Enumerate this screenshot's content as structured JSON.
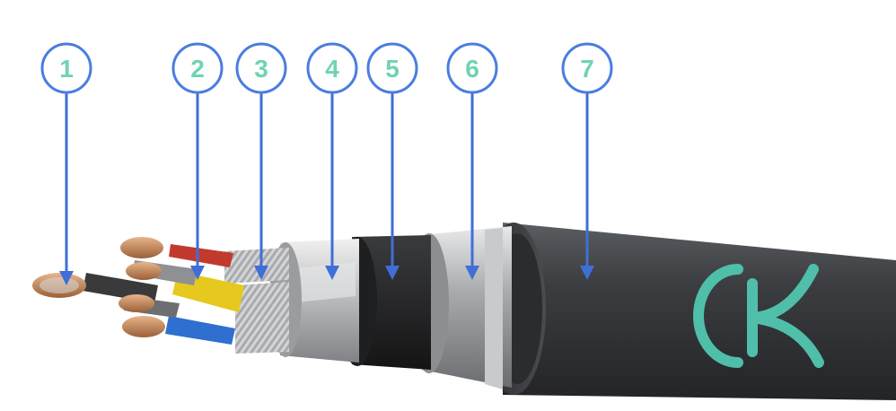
{
  "colors": {
    "callout_ring": "#4a7de0",
    "callout_text": "#6fd3b4",
    "leader_line": "#3f6fd6",
    "outer_jacket": "#3b3d40",
    "logo": "#4fbfaa",
    "red_insulation": "#c23a2e",
    "yellow_insulation": "#e6c81e",
    "blue_insulation": "#2f6fd0",
    "black_insulation": "#3a3a3a",
    "copper": "#c98a5a"
  },
  "callouts": [
    {
      "id": "1",
      "label": "1"
    },
    {
      "id": "2",
      "label": "2"
    },
    {
      "id": "3",
      "label": "3"
    },
    {
      "id": "4",
      "label": "4"
    },
    {
      "id": "5",
      "label": "5"
    },
    {
      "id": "6",
      "label": "6"
    },
    {
      "id": "7",
      "label": "7"
    }
  ],
  "logo_icon": "ok-monogram-icon"
}
